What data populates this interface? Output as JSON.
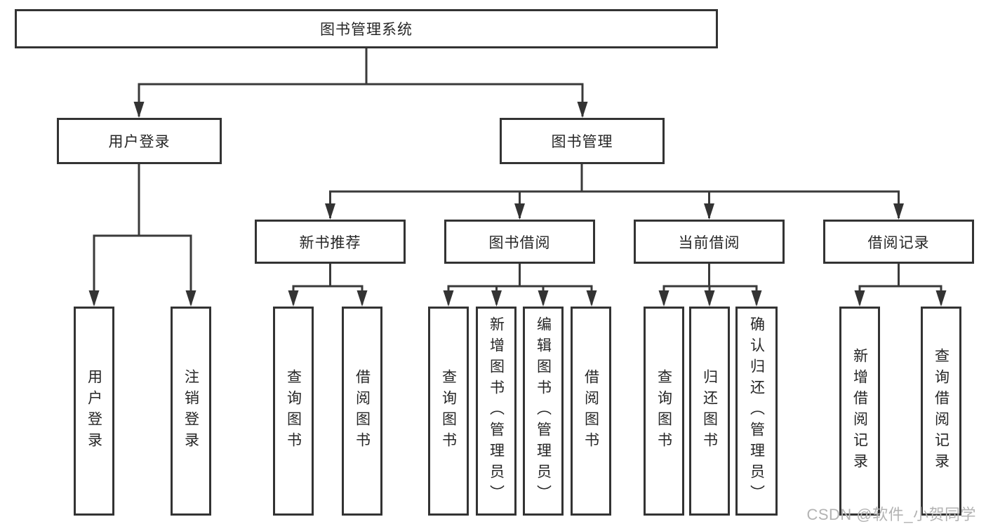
{
  "tree": {
    "label": "图书管理系统",
    "children": [
      {
        "label": "用户登录",
        "children": [
          {
            "label": "用户登录"
          },
          {
            "label": "注销登录"
          }
        ]
      },
      {
        "label": "图书管理",
        "children": [
          {
            "label": "新书推荐",
            "children": [
              {
                "label": "查询图书"
              },
              {
                "label": "借阅图书"
              }
            ]
          },
          {
            "label": "图书借阅",
            "children": [
              {
                "label": "查询图书"
              },
              {
                "label": "新增图书（管理员）"
              },
              {
                "label": "编辑图书（管理员）"
              },
              {
                "label": "借阅图书"
              }
            ]
          },
          {
            "label": "当前借阅",
            "children": [
              {
                "label": "查询图书"
              },
              {
                "label": "归还图书"
              },
              {
                "label": "确认归还（管理员）"
              }
            ]
          },
          {
            "label": "借阅记录",
            "children": [
              {
                "label": "新增借阅记录"
              },
              {
                "label": "查询借阅记录"
              }
            ]
          }
        ]
      }
    ]
  },
  "watermark": {
    "text": "CSDN @软件_小贺同学"
  },
  "colors": {
    "background": "#ffffff",
    "line": "#3a3a3a",
    "box_border": "#333333",
    "box_fill": "#ffffff",
    "text": "#262626",
    "watermark": "#b3b3b3"
  }
}
